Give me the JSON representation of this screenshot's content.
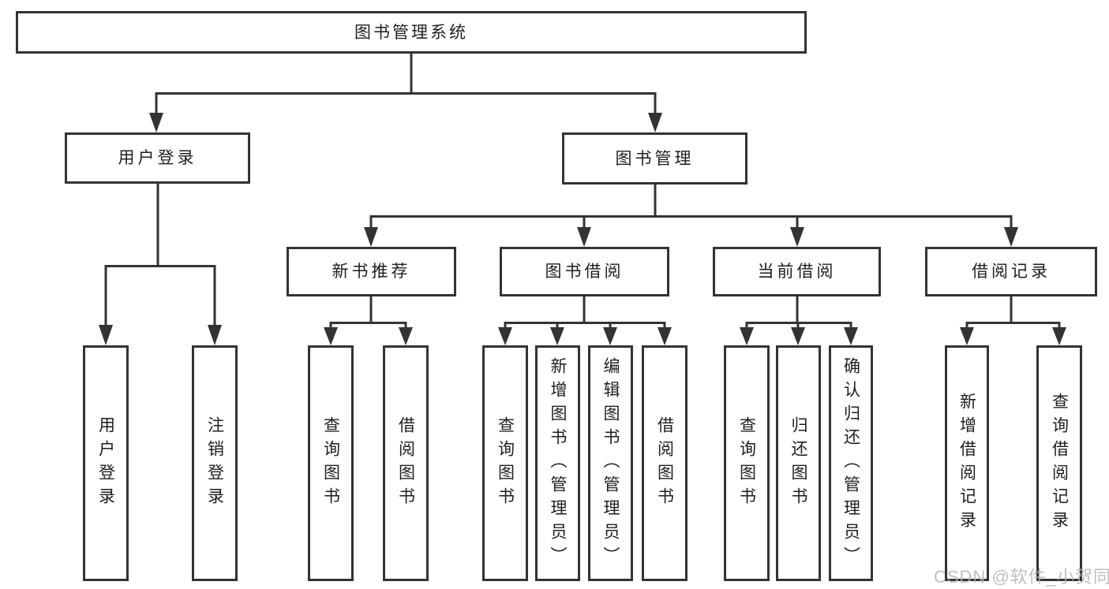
{
  "tree": {
    "label": "图书管理系统",
    "children": [
      {
        "label": "用户登录",
        "children": [
          {
            "label": "用户登录"
          },
          {
            "label": "注销登录"
          }
        ]
      },
      {
        "label": "图书管理",
        "children": [
          {
            "label": "新书推荐",
            "children": [
              {
                "label": "查询图书"
              },
              {
                "label": "借阅图书"
              }
            ]
          },
          {
            "label": "图书借阅",
            "children": [
              {
                "label": "查询图书"
              },
              {
                "label": "新增图书（管理员）"
              },
              {
                "label": "编辑图书（管理员）"
              },
              {
                "label": "借阅图书"
              }
            ]
          },
          {
            "label": "当前借阅",
            "children": [
              {
                "label": "查询图书"
              },
              {
                "label": "归还图书"
              },
              {
                "label": "确认归还（管理员）"
              }
            ]
          },
          {
            "label": "借阅记录",
            "children": [
              {
                "label": "新增借阅记录"
              },
              {
                "label": "查询借阅记录"
              }
            ]
          }
        ]
      }
    ]
  },
  "watermark": {
    "text": "CSDN @软件_小贺同学"
  },
  "colors": {
    "line": "#333333",
    "text": "#1e1e1e",
    "watermark": "#b5b5b5",
    "background": "#ffffff"
  }
}
